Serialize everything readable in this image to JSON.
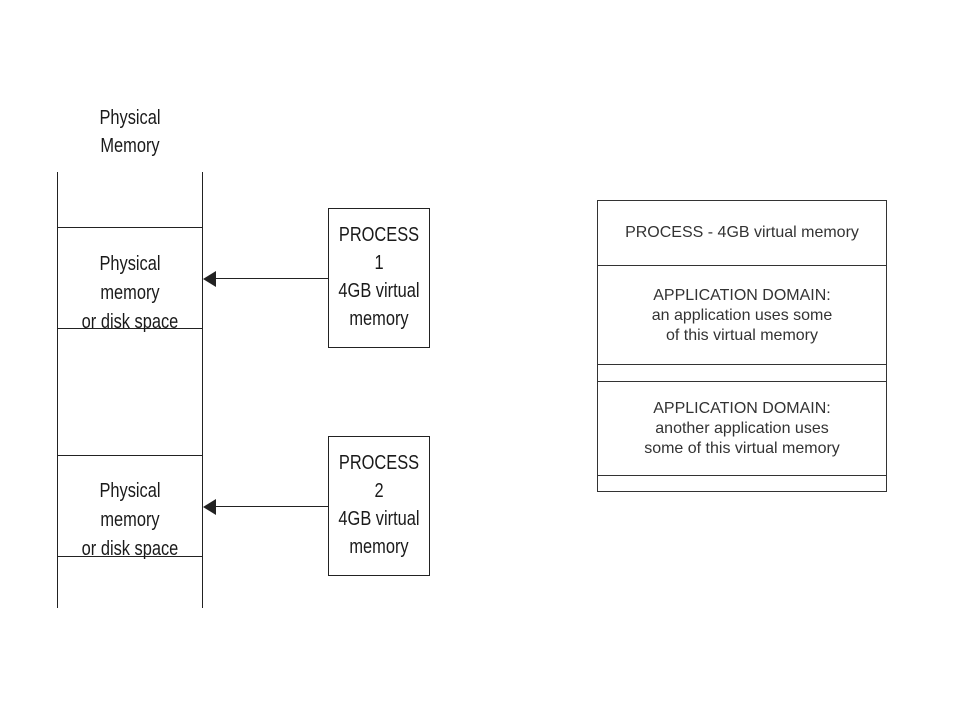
{
  "physical_memory": {
    "title_line1": "Physical",
    "title_line2": "Memory",
    "regions": [
      {
        "line1": "Physical memory",
        "line2": "or disk space"
      },
      {
        "line1": "Physical memory",
        "line2": "or disk space"
      }
    ]
  },
  "processes": [
    {
      "title": "PROCESS 1",
      "line1": "4GB virtual",
      "line2": "memory"
    },
    {
      "title": "PROCESS 2",
      "line1": "4GB virtual",
      "line2": "memory"
    }
  ],
  "virtual_memory_diagram": {
    "header": "PROCESS - 4GB virtual memory",
    "domains": [
      {
        "line1": "APPLICATION DOMAIN:",
        "line2": "an application uses some",
        "line3": "of this virtual memory"
      },
      {
        "line1": "APPLICATION DOMAIN:",
        "line2": "another application uses",
        "line3": "some of this virtual memory"
      }
    ]
  },
  "colors": {
    "line": "#222222",
    "text": "#1a1a1a",
    "background": "#ffffff"
  }
}
